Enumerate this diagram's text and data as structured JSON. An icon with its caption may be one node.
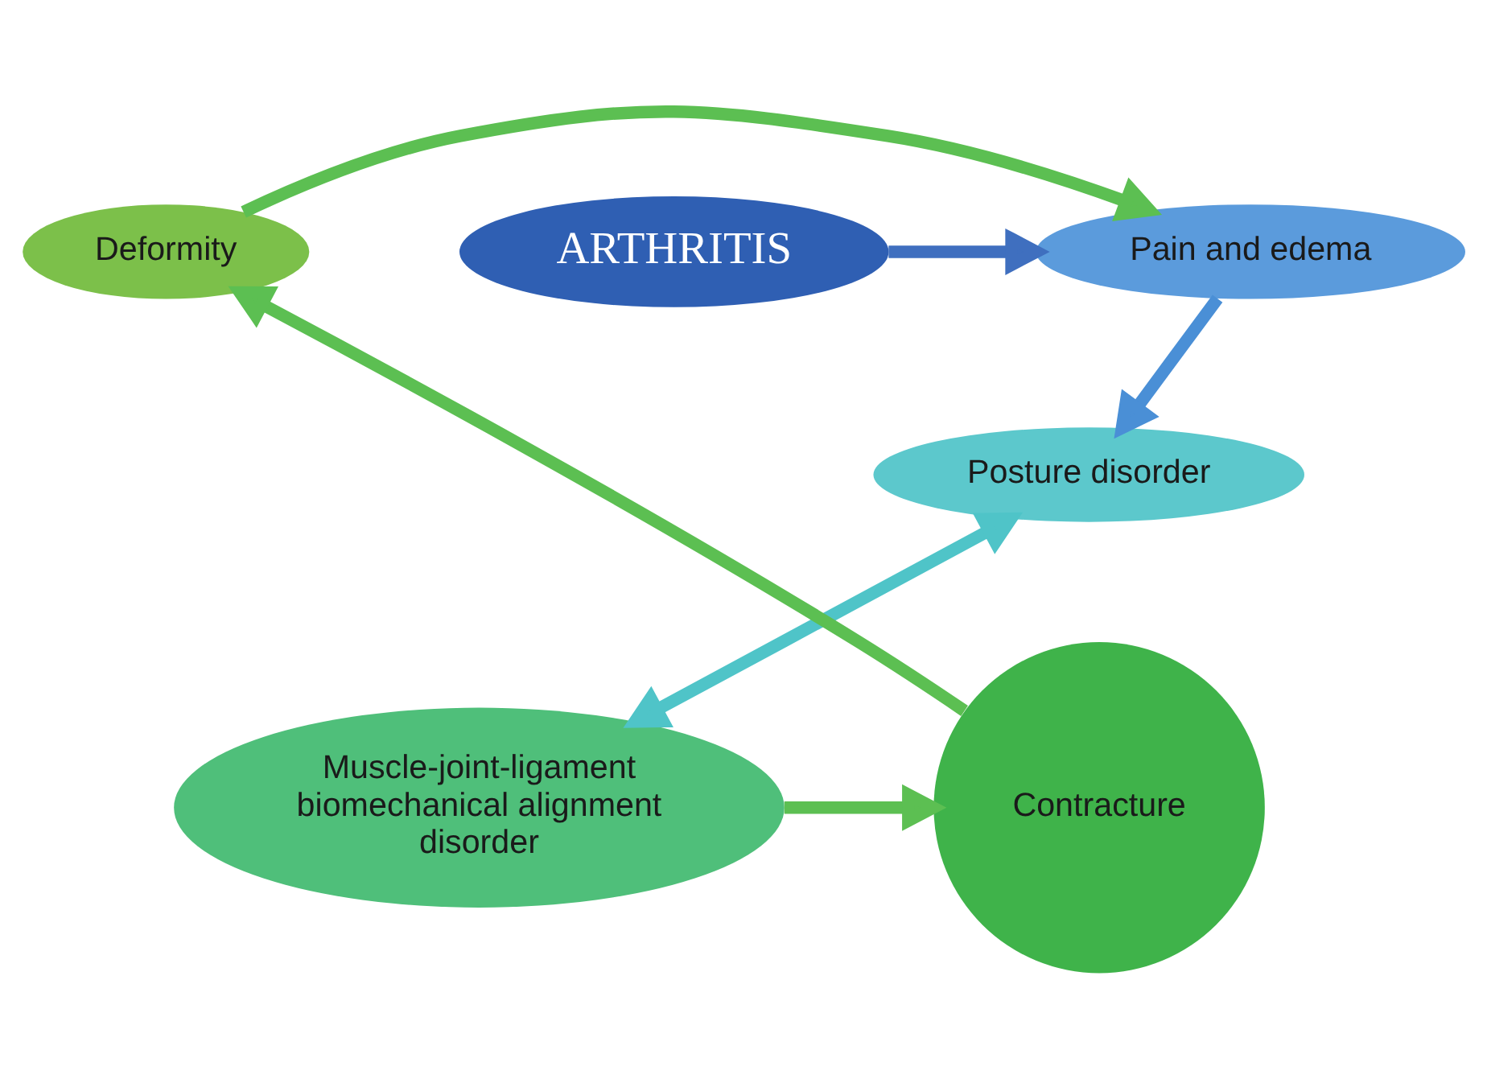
{
  "diagram": {
    "nodes": [
      {
        "text": [
          "Deformity"
        ]
      },
      {
        "text": [
          "Pain and edema"
        ]
      },
      {
        "text": [
          "ARTHRITIS"
        ]
      },
      {
        "text": [
          "Posture disorder"
        ]
      },
      {
        "text": [
          "Contracture"
        ]
      },
      {
        "text": [
          "Muscle-joint-ligament biomechanical alignment disorder"
        ]
      }
    ],
    "edges": [
      {
        "from": 0,
        "to": 1,
        "arrow": "to"
      },
      {
        "from": 2,
        "to": 1,
        "arrow": "to",
        "color": "#3f6fbf"
      },
      {
        "from": 1,
        "to": 3,
        "arrow": "to",
        "color": "#4a8fd6"
      },
      {
        "from": 3,
        "to": 5,
        "arrow": "both",
        "color": "#4fc4c8"
      },
      {
        "from": 5,
        "to": 4,
        "arrow": "to"
      },
      {
        "from": 4,
        "to": 0,
        "arrow": "to"
      }
    ]
  }
}
